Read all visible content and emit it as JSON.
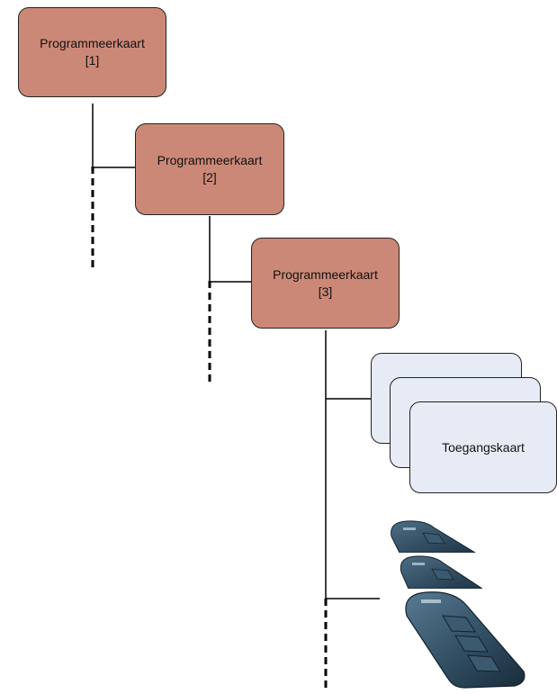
{
  "programming_cards": [
    {
      "name": "Programmeerkaart",
      "index": "[1]"
    },
    {
      "name": "Programmeerkaart",
      "index": "[2]"
    },
    {
      "name": "Programmeerkaart",
      "index": "[3]"
    }
  ],
  "access_card": {
    "label": "Toegangskaart"
  },
  "colors": {
    "programming_card_fill": "#cc8877",
    "access_card_fill": "#e6ebf5",
    "line": "#000000",
    "remote_body": "#2e4a5e"
  },
  "icons": [
    "remote-control-icon"
  ]
}
